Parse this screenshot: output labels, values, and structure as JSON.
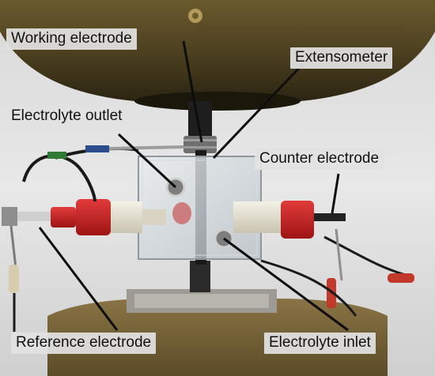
{
  "figure": {
    "description_labels": {
      "working_electrode": "Working electrode",
      "extensometer": "Extensometer",
      "electrolyte_outlet": "Electrolyte outlet",
      "counter_electrode": "Counter electrode",
      "reference_electrode": "Reference electrode",
      "electrolyte_inlet": "Electrolyte inlet"
    }
  }
}
